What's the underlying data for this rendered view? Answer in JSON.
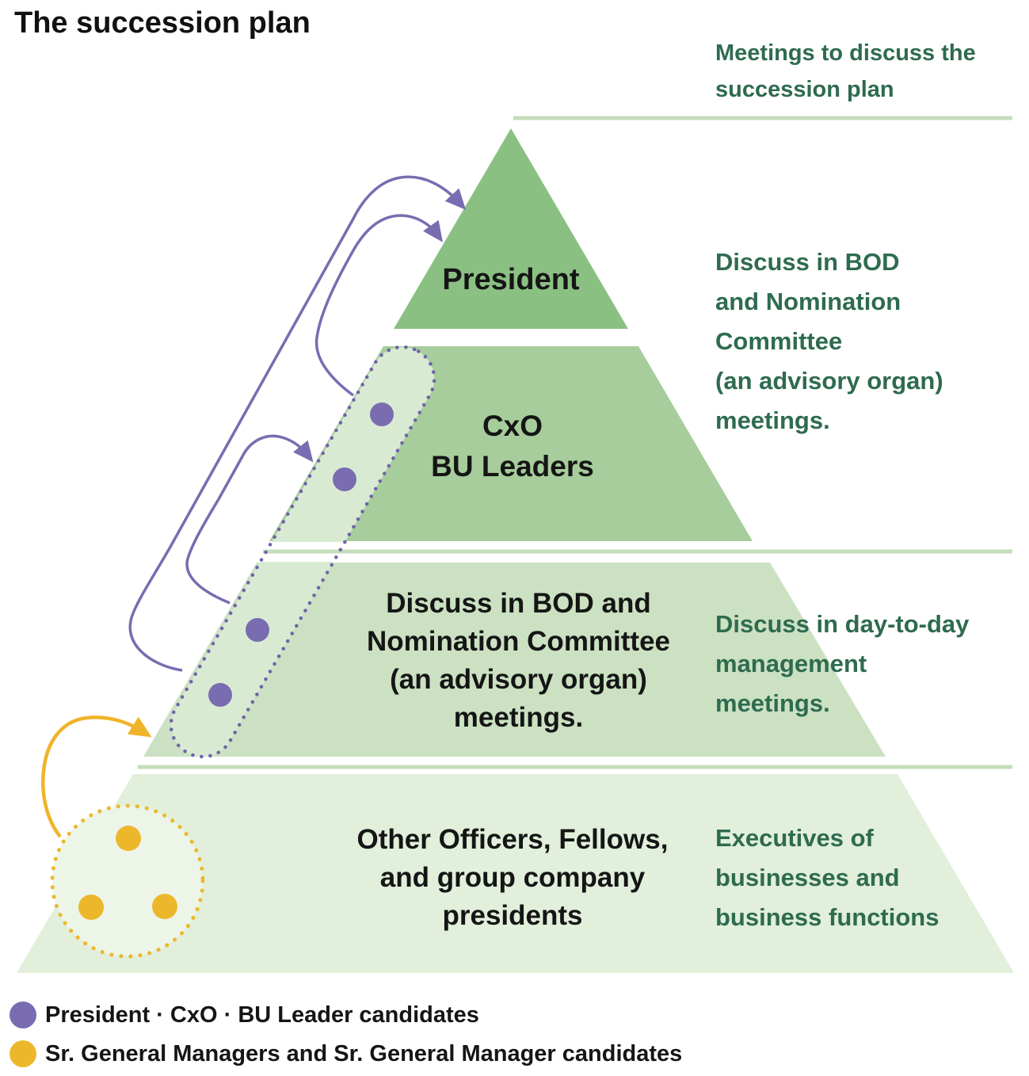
{
  "title": "The succession plan",
  "right_panel": {
    "header": "Meetings to discuss the\nsuccession plan",
    "note_top": "Discuss in BOD\nand Nomination\nCommittee\n(an advisory organ)\nmeetings.",
    "note_middle": "Discuss in day-to-day\nmanagement\nmeetings.",
    "note_bottom": "Executives of\nbusinesses and\nbusiness functions"
  },
  "pyramid": {
    "tier1_label": "President",
    "tier2_label": "CxO\nBU Leaders",
    "tier3_label": "Discuss in BOD and\nNomination Committee\n(an advisory organ)\nmeetings.",
    "tier4_label": "Other Officers, Fellows,\nand group company\npresidents"
  },
  "legend": [
    {
      "label": "President · CxO · BU Leader candidates",
      "color": "#7A6CB0"
    },
    {
      "label": "Sr. General Managers and Sr. General Manager candidates",
      "color": "#EDB72C"
    }
  ],
  "colors": {
    "tier1_green": "#8BC083",
    "tier2_green": "#A6CD9B",
    "tier3_green": "#CBE1C2",
    "tier4_green": "#E1EFDB",
    "capsule_fill": "#D9EAD3",
    "capsule_border_purple": "#6F63A8",
    "circle_fill": "#ECF5E8",
    "candidate_purple": "#7A6CB0",
    "candidate_yellow": "#EDB72C",
    "arrow_yellow": "#F0B42A",
    "separator_line_green": "#C5DDBB",
    "note_text_green": "#2E6B4F",
    "label_text_black": "#151515"
  }
}
